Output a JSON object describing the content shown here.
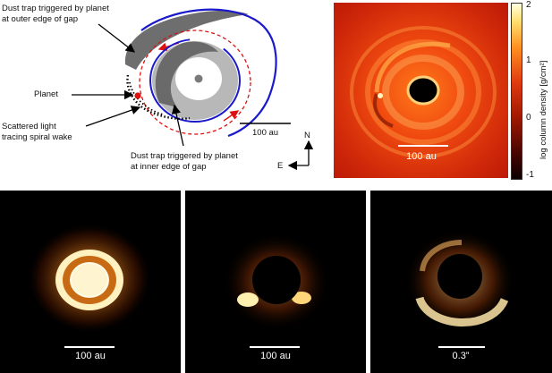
{
  "schematic": {
    "label_outer": "Dust trap triggered by planet at outer edge of gap",
    "label_outer_line1": "Dust trap triggered by planet",
    "label_outer_line2": "at outer edge of gap",
    "label_planet": "Planet",
    "label_scatter_line1": "Scattered light",
    "label_scatter_line2": "tracing spiral wake",
    "label_inner_line1": "Dust trap triggered by planet",
    "label_inner_line2": "at inner edge of gap",
    "scale_label": "100 au",
    "compass_n": "N",
    "compass_e": "E"
  },
  "sim_panel": {
    "scale_label": "100 au",
    "colorbar_title": "log column density [g/cm²]",
    "colorbar_ticks": [
      "2",
      "1",
      "0",
      "-1"
    ]
  },
  "bottom_panels": [
    {
      "scale_label": "100 au"
    },
    {
      "scale_label": "100 au"
    },
    {
      "scale_label": "0.3”"
    }
  ],
  "colors": {
    "blue_arc": "#1a1acc",
    "red_arc": "#dd1111",
    "planet": "#e01010",
    "trap_gray": "#707070"
  }
}
